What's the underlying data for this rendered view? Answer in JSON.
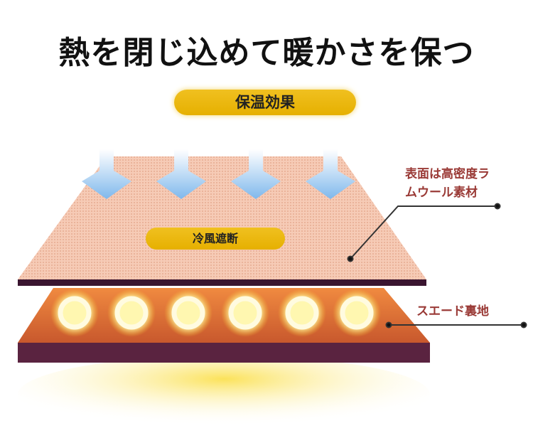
{
  "title": "熱を閉じ込めて暖かさを保つ",
  "badge": "保温効果",
  "inner_badge": "冷風遮断",
  "labels": {
    "top_line1": "表面は高密度ラ",
    "top_line2": "ムウール素材",
    "bottom": "スエード裏地"
  },
  "colors": {
    "accent": "#e8b400",
    "label": "#9a3a36",
    "top_sheet": "#f4c3ad",
    "edge": "#3a1530"
  }
}
